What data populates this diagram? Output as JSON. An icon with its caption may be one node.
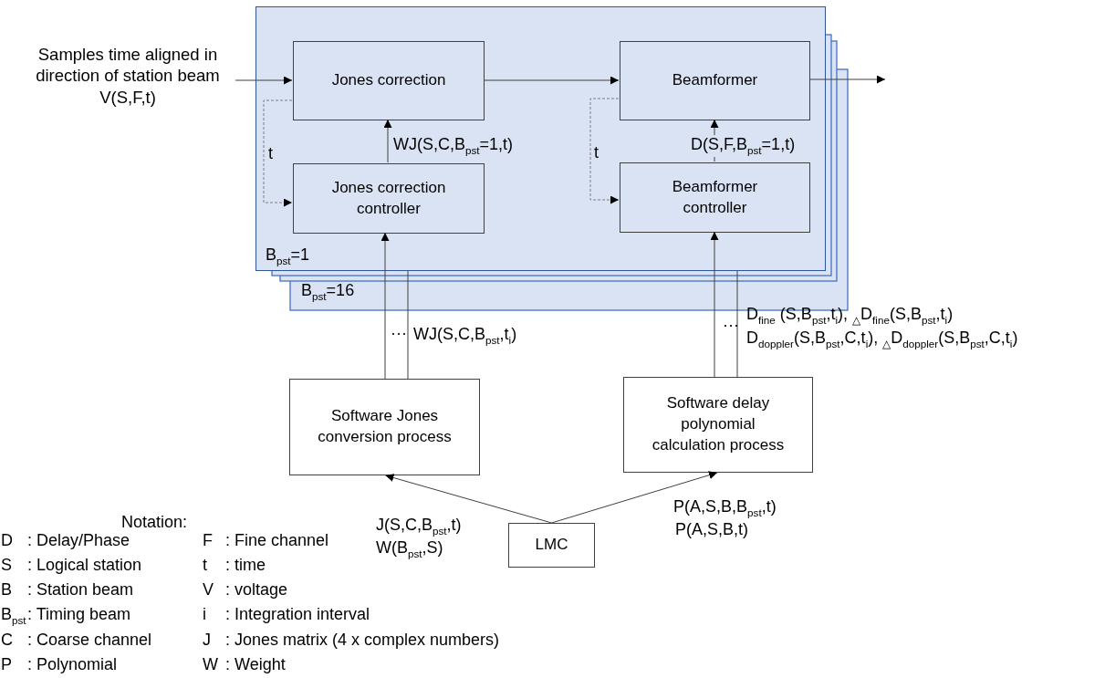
{
  "diagram": {
    "nodes": [
      {
        "text": [
          "B$_{pst}$=1"
        ]
      },
      {
        "text": [
          "Jones correction"
        ],
        "in": 0
      },
      {
        "text": [
          "Jones correction controller"
        ],
        "in": 0
      },
      {
        "text": [
          "Beamformer"
        ],
        "in": 0
      },
      {
        "text": [
          "Beamformer controller"
        ],
        "in": 0
      },
      {
        "text": [
          "Samples time aligned in direction of station beam V(S,F,t)"
        ]
      },
      {
        "text": [
          "Software Jones conversion process"
        ]
      },
      {
        "text": [
          "Software delay polynomial calculation process"
        ]
      },
      {
        "text": [
          "LMC"
        ]
      }
    ],
    "edges": [
      {
        "from": 5,
        "to": 1,
        "arrow": "to"
      },
      {
        "from": 1,
        "to": 3,
        "arrow": "to"
      },
      {
        "from": 3,
        "to": null,
        "arrow": "to"
      },
      {
        "from": 1,
        "to": 2,
        "arrow": "to",
        "style": "dashed",
        "label": "t"
      },
      {
        "from": 2,
        "to": 1,
        "arrow": "to",
        "label": "WJ(S,C,B$_{pst}$=1,t)"
      },
      {
        "from": 3,
        "to": 4,
        "arrow": "to",
        "style": "dashed",
        "label": "t"
      },
      {
        "from": 4,
        "to": 3,
        "arrow": "to",
        "label": "D(S,F,B$_{pst}$=1,t)"
      },
      {
        "from": 6,
        "to": 2,
        "arrow": "to"
      },
      {
        "from": 6,
        "to": 0,
        "arrow": "none"
      },
      {
        "from": 7,
        "to": 4,
        "arrow": "to"
      },
      {
        "from": 7,
        "to": 0,
        "arrow": "none"
      },
      {
        "from": 8,
        "to": 6,
        "arrow": "to"
      },
      {
        "from": 8,
        "to": 7,
        "arrow": "to"
      }
    ],
    "labels": [
      "B$_{pst}$=16",
      "···",
      "WJ(S,C,B$_{pst}$,t$_{i}$)",
      "···",
      "D$_{fine}$ (S,B$_{pst}$,t$_{i}$), $_{△}$D$_{fine}$(S,B$_{pst}$,t$_{i}$)",
      "D$_{doppler}$(S,B$_{pst}$,C,t$_{i}$), $_{△}$D$_{doppler}$(S,B$_{pst}$,C,t$_{i}$)",
      "Notation:",
      "J(S,C,B$_{pst}$,t)",
      "P(A,S,B,B$_{pst}$,t)",
      "W(B$_{pst}$,S)",
      "P(A,S,B,t)",
      "D",
      ": Delay/Phase",
      "F",
      ": Fine channel",
      "S",
      ": Logical station",
      "t",
      ": time",
      "B",
      ": Station beam",
      "V",
      ": voltage",
      "B$_{pst}$",
      ": Timing beam",
      "i",
      ": Integration interval",
      "C",
      ": Coarse channel",
      "J",
      ": Jones matrix (4 x complex numbers)",
      "P",
      ": Polynomial",
      "W",
      ": Weight"
    ]
  }
}
